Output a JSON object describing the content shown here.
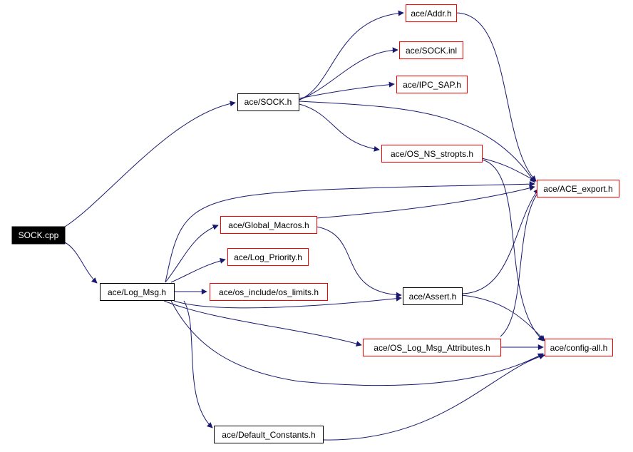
{
  "colors": {
    "edge": "#191970",
    "root_fill": "#000000",
    "root_text": "#ffffff",
    "node_fill": "#ffffff",
    "node_text": "#000000",
    "border_black": "#000000",
    "border_red": "#ff0000"
  },
  "nodes": [
    {
      "id": "sock_cpp",
      "label": "SOCK.cpp"
    },
    {
      "id": "sock_h",
      "label": "ace/SOCK.h"
    },
    {
      "id": "log_msg",
      "label": "ace/Log_Msg.h"
    },
    {
      "id": "addr",
      "label": "ace/Addr.h"
    },
    {
      "id": "sock_inl",
      "label": "ace/SOCK.inl"
    },
    {
      "id": "ipc_sap",
      "label": "ace/IPC_SAP.h"
    },
    {
      "id": "os_ns_stropts",
      "label": "ace/OS_NS_stropts.h"
    },
    {
      "id": "ace_export",
      "label": "ace/ACE_export.h"
    },
    {
      "id": "global_macros",
      "label": "ace/Global_Macros.h"
    },
    {
      "id": "log_priority",
      "label": "ace/Log_Priority.h"
    },
    {
      "id": "os_limits",
      "label": "ace/os_include/os_limits.h"
    },
    {
      "id": "assert",
      "label": "ace/Assert.h"
    },
    {
      "id": "os_log_attr",
      "label": "ace/OS_Log_Msg_Attributes.h"
    },
    {
      "id": "config_all",
      "label": "ace/config-all.h"
    },
    {
      "id": "default_constants",
      "label": "ace/Default_Constants.h"
    }
  ]
}
